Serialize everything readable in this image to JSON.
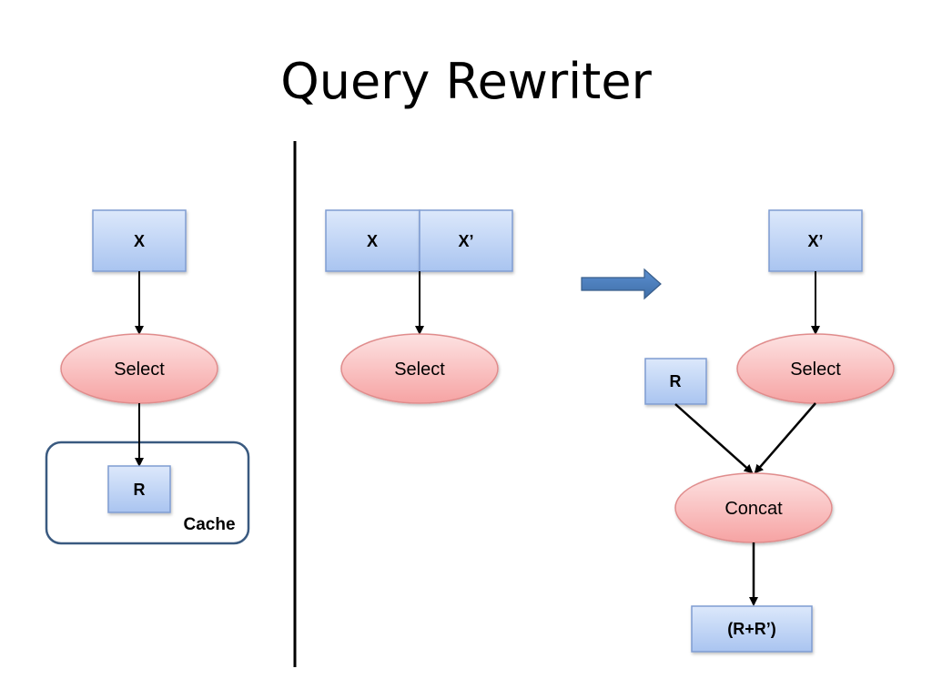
{
  "title": "Query Rewriter",
  "left": {
    "input": "X",
    "operator": "Select",
    "result": "R",
    "cache_label": "Cache"
  },
  "middle": {
    "input_a": "X",
    "input_b": "X’",
    "operator": "Select"
  },
  "right": {
    "input": "X’",
    "operator": "Select",
    "cached": "R",
    "concat": "Concat",
    "output": "(R+R’)"
  },
  "colors": {
    "box_fill_top": "#dce8fb",
    "box_fill_bottom": "#a9c4f0",
    "box_border": "#7f9cd1",
    "ellipse_fill_top": "#fde2e2",
    "ellipse_fill_bottom": "#f7a3a3",
    "ellipse_border": "#e08c8c",
    "cache_border": "#3a5a80",
    "arrow_fill": "#4f81bd",
    "arrow_border": "#385d8a"
  }
}
